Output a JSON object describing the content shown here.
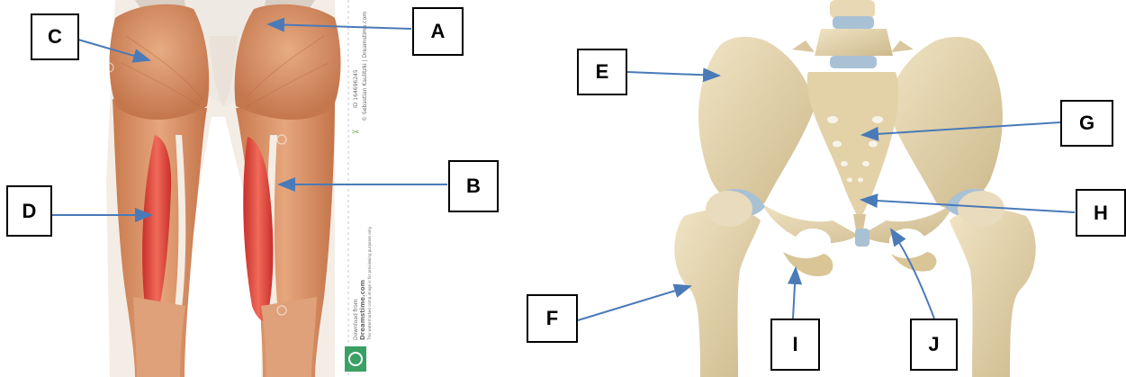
{
  "labels": {
    "A": "A",
    "B": "B",
    "C": "C",
    "D": "D",
    "E": "E",
    "F": "F",
    "G": "G",
    "H": "H",
    "I": "I",
    "J": "J"
  },
  "watermark": {
    "site": "Dreamstime.com",
    "download": "Download from",
    "id": "ID 164696245",
    "author": "© Sebastian Kaulitzki | Dreamstime.com",
    "note": "This watermarked comp image is for previewing purposes only."
  },
  "colors": {
    "arrow": "#4a7ab8",
    "muscle": "#d9956a",
    "highlight_muscle": "#e2453a",
    "bone": "#e6d6b0",
    "cartilage": "#9fb6c8"
  }
}
